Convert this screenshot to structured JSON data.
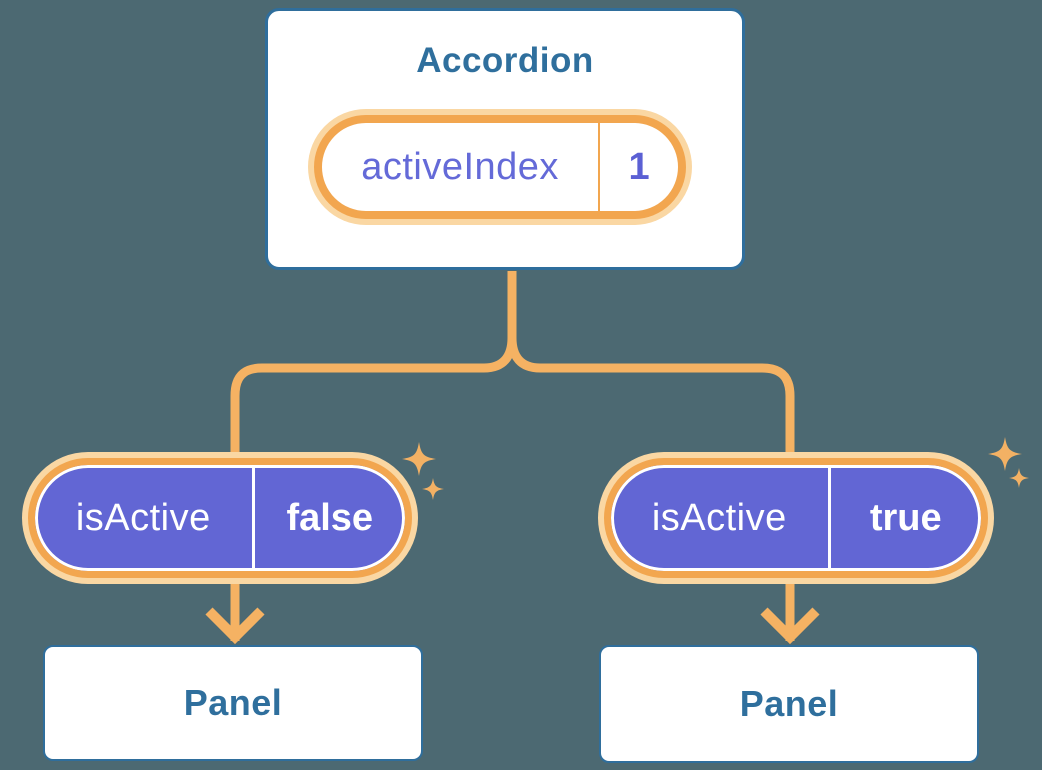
{
  "diagram": {
    "background_color": "#4C6972",
    "accordion": {
      "title": "Accordion",
      "state": {
        "name": "activeIndex",
        "value": "1"
      }
    },
    "branches": {
      "left": {
        "prop": {
          "name": "isActive",
          "value": "false"
        },
        "panel_title": "Panel"
      },
      "right": {
        "prop": {
          "name": "isActive",
          "value": "true"
        },
        "panel_title": "Panel"
      }
    },
    "icons": {
      "sparkles": "sparkle-icon",
      "arrows": "arrow-down-icon"
    },
    "colors": {
      "card_border_blue": "#2F6E9C",
      "heading_blue": "#2F6F9D",
      "wire_orange": "#F5B263",
      "pill_ring_orange": "#F2A64F",
      "pill_glow_peach": "#FAD7A3",
      "pill_purple": "#6266D4",
      "state_text_purple": "#646AD8",
      "value_text_purple": "#5B60D4",
      "pill_text_white": "#FFFFFF"
    }
  }
}
